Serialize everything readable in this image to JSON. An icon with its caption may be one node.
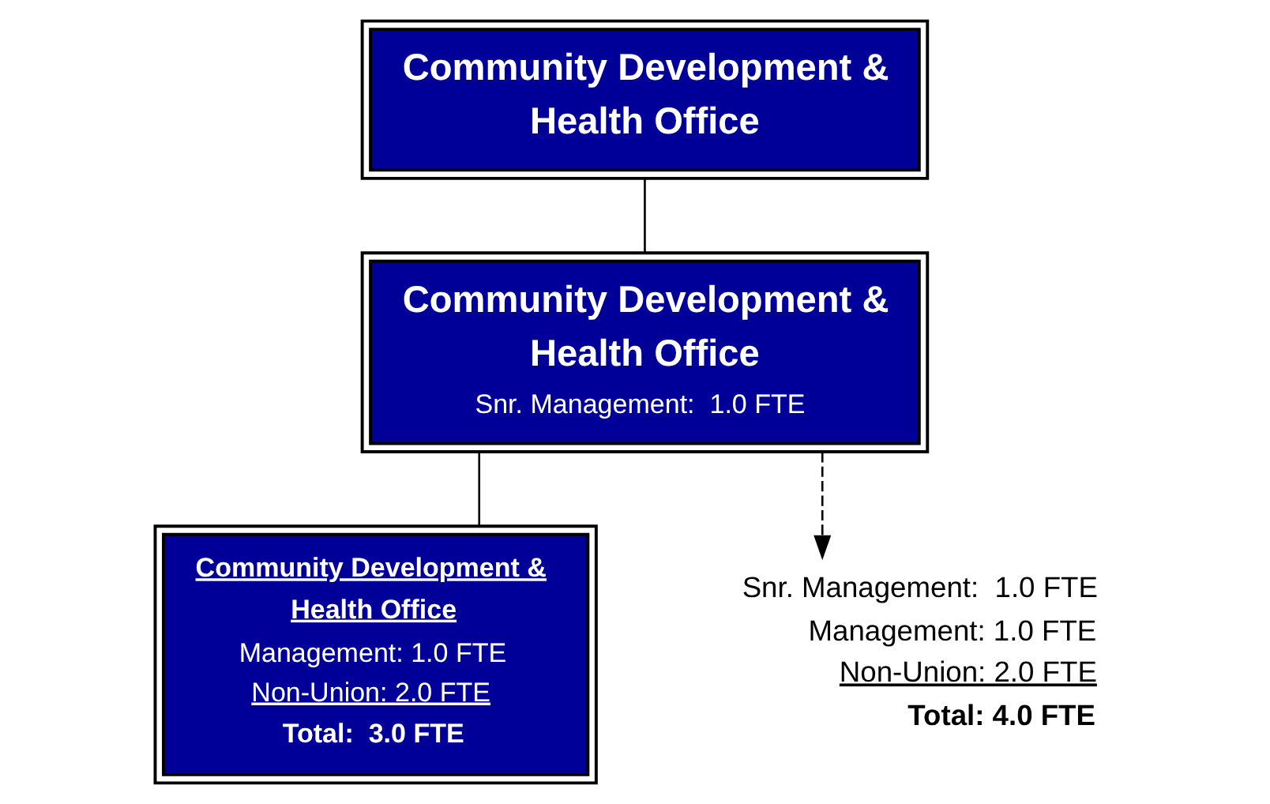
{
  "diagram": {
    "nodes": [
      {
        "text": [
          "Community Development & Health Office"
        ]
      },
      {
        "text": [
          "Community Development & Health Office",
          "Snr. Management:  1.0 FTE"
        ]
      },
      {
        "text": [
          "Community Development & Health Office",
          "Management: 1.0 FTE",
          "Non-Union: 2.0 FTE",
          "Total:  3.0 FTE"
        ]
      },
      {
        "text": [
          "Snr. Management:  1.0 FTE",
          "Management: 1.0 FTE",
          "Non-Union: 2.0 FTE",
          "Total: 4.0 FTE"
        ]
      }
    ],
    "edges": [
      {
        "from": 0,
        "to": 1,
        "arrow": "none"
      },
      {
        "from": 1,
        "to": 2,
        "arrow": "none"
      },
      {
        "from": 1,
        "to": 3,
        "arrow": "to",
        "style": "dashed"
      }
    ]
  }
}
